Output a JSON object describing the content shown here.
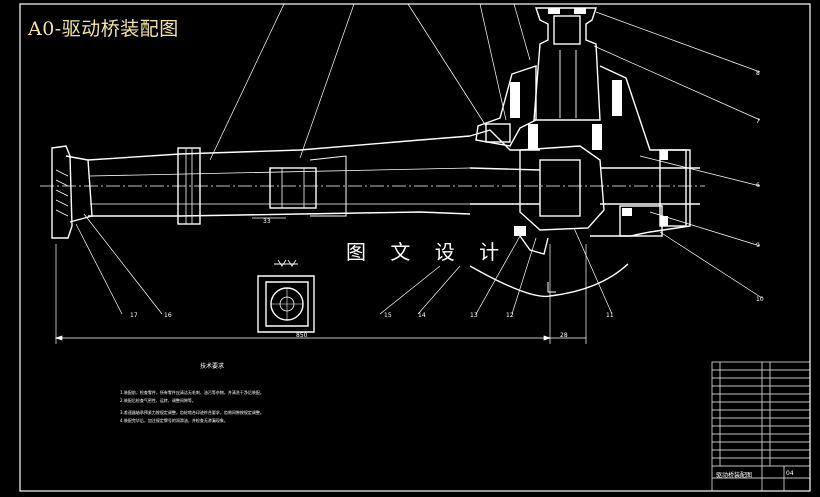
{
  "drawing": {
    "title": "A0-驱动桥装配图",
    "watermark": "图 文 设 计",
    "tech_heading": "技术要求",
    "tech_notes": [
      "1.装配前，检查零件，所有零件应清洁无毛刺、油污等杂物，并清洗干净后装配。",
      "2.装配后检查气密性、运转、调整间隙等。",
      "3.差速器轴承预紧力按规定调整，齿轮啮合印迹符合要求，齿侧间隙按规定调整。",
      "4.装配完毕后，加注规定牌号的润滑油，并检查无渗漏现象。"
    ],
    "title_block": {
      "name": "驱动桥装配图",
      "number": "04"
    }
  },
  "dimensions": {
    "overall_length": "850",
    "right_offset": "28",
    "shaft_dim": "33"
  },
  "callouts": [
    "8",
    "7",
    "6",
    "9",
    "10",
    "11",
    "12",
    "13",
    "14",
    "15",
    "16",
    "17"
  ],
  "colors": {
    "background": "#000000",
    "lines": "#ffffff",
    "title": "#f2e6a0"
  }
}
